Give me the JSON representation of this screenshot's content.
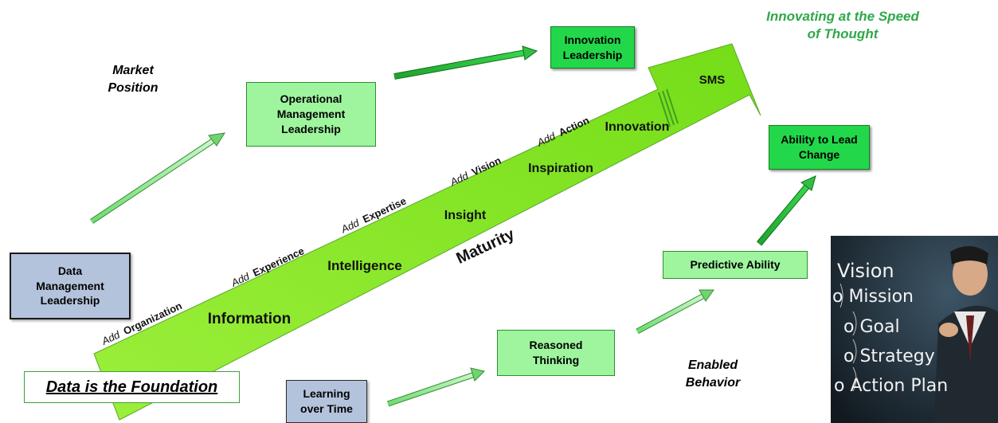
{
  "diagram": {
    "main_arrow": {
      "stages": [
        "Information",
        "Intelligence",
        "Insight",
        "Inspiration",
        "Innovation",
        "SMS"
      ],
      "adds": [
        {
          "prefix": "Add",
          "word": "Organization"
        },
        {
          "prefix": "Add",
          "word": "Experience"
        },
        {
          "prefix": "Add",
          "word": "Expertise"
        },
        {
          "prefix": "Add",
          "word": "Vision"
        },
        {
          "prefix": "Add",
          "word": "Action"
        }
      ],
      "axis_label": "Maturity"
    },
    "boxes": {
      "data_management": "Data Management Leadership",
      "operational": "Operational Management Leadership",
      "innovation": "Innovation Leadership",
      "learning": "Learning over Time",
      "reasoned": "Reasoned Thinking",
      "predictive": "Predictive Ability",
      "lead_change": "Ability to Lead Change"
    },
    "labels": {
      "market_position": "Market Position",
      "enabled_behavior": "Enabled Behavior",
      "tagline": "Innovating at the Speed of Thought",
      "foundation": "Data is the Foundation"
    },
    "photo": {
      "lines": [
        "Vision",
        "o Mission",
        "o Goal",
        "o Strategy",
        "o Action Plan"
      ]
    },
    "colors": {
      "arrow_green": "#8ee82a",
      "box_light": "#9ef59e",
      "box_dark": "#22d84a",
      "box_grey": "#b4c3dc",
      "tagline_green": "#2fa84a"
    }
  }
}
